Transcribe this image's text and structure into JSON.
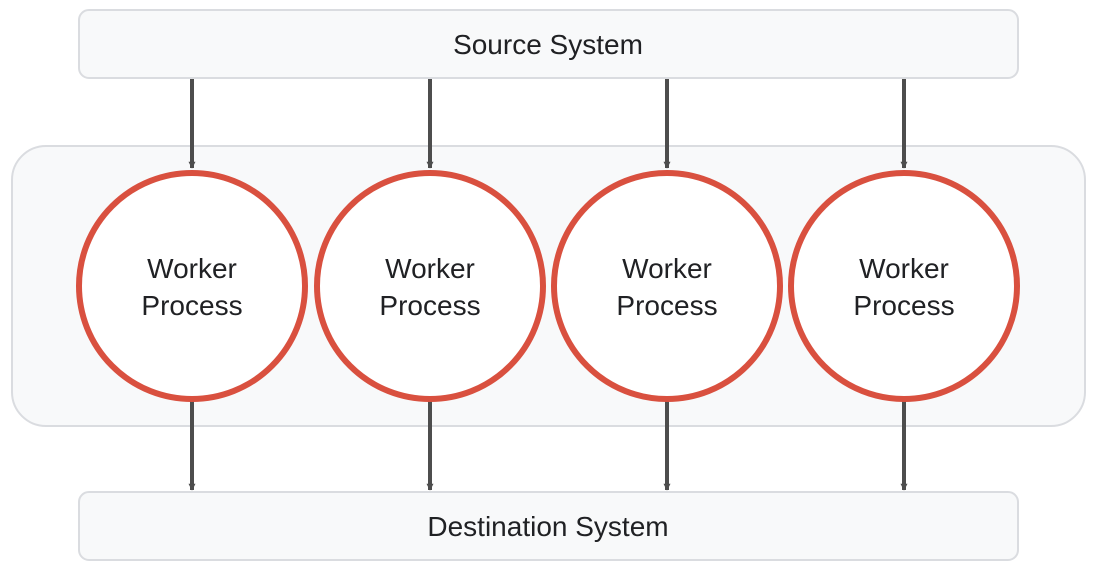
{
  "source": {
    "label": "Source System"
  },
  "destination": {
    "label": "Destination System"
  },
  "workers": [
    {
      "line1": "Worker",
      "line2": "Process"
    },
    {
      "line1": "Worker",
      "line2": "Process"
    },
    {
      "line1": "Worker",
      "line2": "Process"
    },
    {
      "line1": "Worker",
      "line2": "Process"
    }
  ],
  "colors": {
    "box_fill": "#f8f9fa",
    "box_stroke": "#dadce0",
    "worker_ring": "#d9503f",
    "arrow": "#4d4d4d",
    "text": "#202124"
  }
}
